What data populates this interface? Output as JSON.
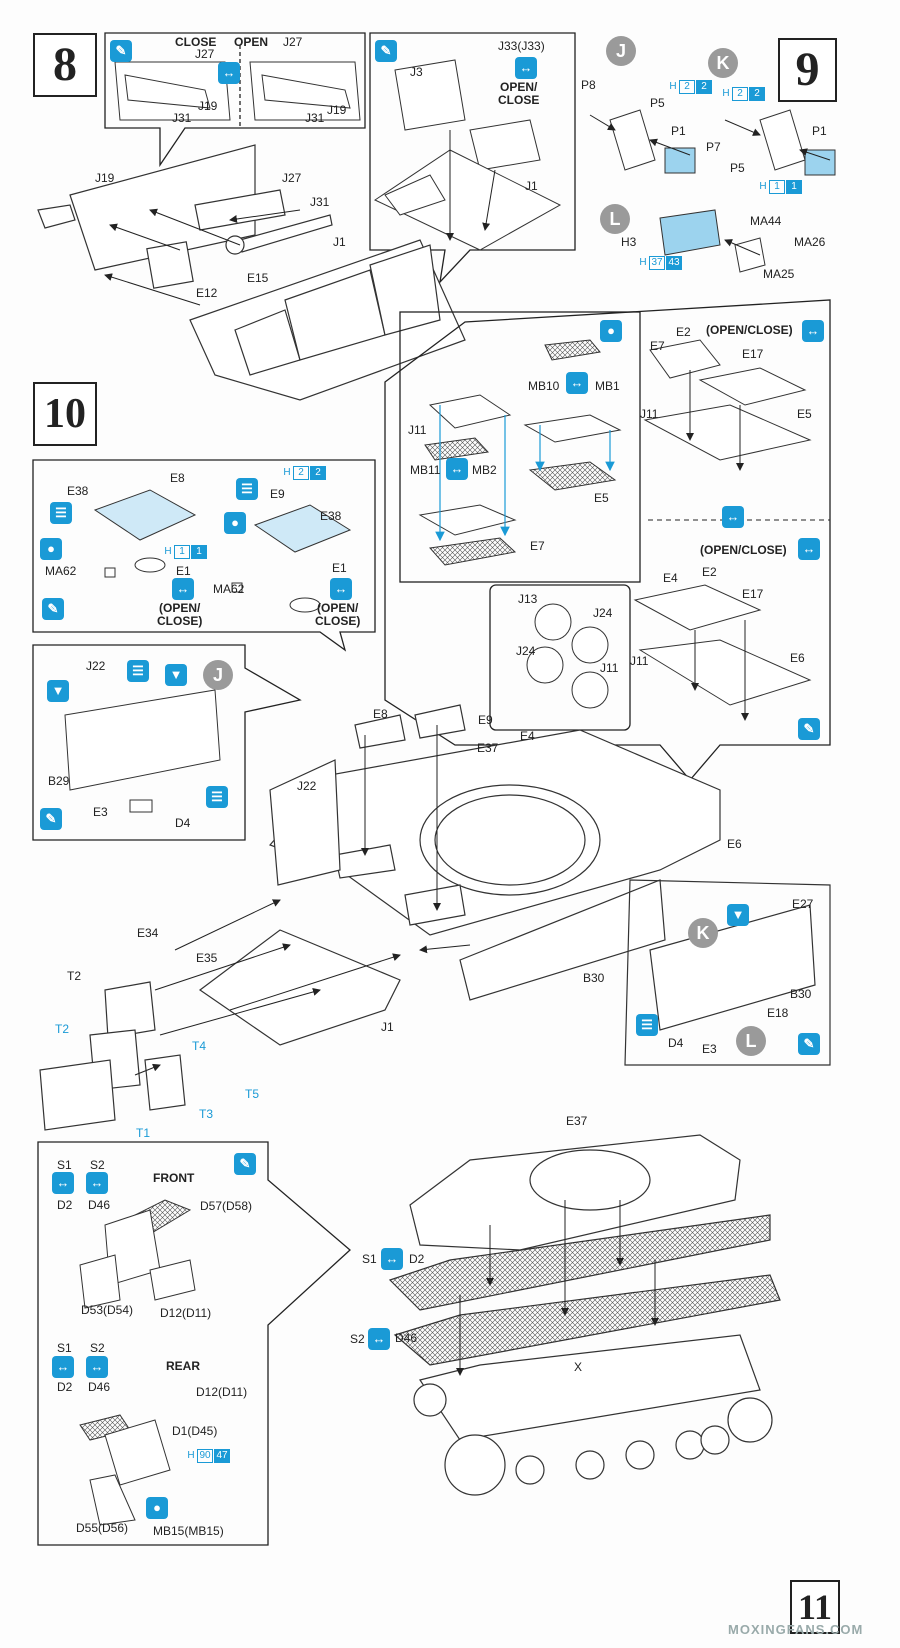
{
  "steps": {
    "s8": "8",
    "s9": "9",
    "s10": "10",
    "s11": "11"
  },
  "step8": {
    "inset_close": "CLOSE",
    "inset_open": "OPEN",
    "inset_labels": {
      "j27a": "J27",
      "j27b": "J27",
      "j19a": "J19",
      "j19b": "J19",
      "j31a": "J31",
      "j31b": "J31"
    },
    "main_labels": {
      "j19": "J19",
      "j27": "J27",
      "j31": "J31",
      "e15": "E15",
      "e12": "E12",
      "j1": "J1"
    },
    "hatch_inset": {
      "j33": "J33(J33)",
      "j3": "J3",
      "openclose": "OPEN/\nCLOSE",
      "j1": "J1"
    }
  },
  "step9": {
    "circle_j": "J",
    "circle_k": "K",
    "circle_l": "L",
    "labels": {
      "p8": "P8",
      "p5a": "P5",
      "p1a": "P1",
      "p7": "P7",
      "p5b": "P5",
      "p1b": "P1",
      "h3": "H3",
      "ma44": "MA44",
      "ma26": "MA26",
      "ma25": "MA25"
    },
    "codes": [
      {
        "pfx": "H",
        "a": "2",
        "b": "2"
      },
      {
        "pfx": "H",
        "a": "2",
        "b": "2"
      },
      {
        "pfx": "H",
        "a": "1",
        "b": "1"
      },
      {
        "pfx": "H",
        "a": "37",
        "b": "43"
      }
    ]
  },
  "step10": {
    "hatch_labels": {
      "e38a": "E38",
      "e8": "E8",
      "ma62a": "MA62",
      "e1a": "E1",
      "oc_a": "(OPEN/\nCLOSE)",
      "e9": "E9",
      "e38b": "E38",
      "ma62b": "MA62",
      "e1b": "E1",
      "oc_b": "(OPEN/\nCLOSE)"
    },
    "hatch_codes": [
      {
        "pfx": "H",
        "a": "1",
        "b": "1"
      },
      {
        "pfx": "H",
        "a": "2",
        "b": "2"
      }
    ],
    "vent_labels": {
      "mb10": "MB10",
      "mb1": "MB1",
      "j11": "J11",
      "mb11": "MB11",
      "mb2": "MB2",
      "e5": "E5",
      "e7": "E7"
    },
    "deck_labels": {
      "e2": "E2",
      "openclose": "(OPEN/CLOSE)",
      "e7": "E7",
      "e17": "E17",
      "j11": "J11",
      "e5": "E5"
    },
    "fan_labels": {
      "j13": "J13",
      "j24a": "J24",
      "j24b": "J24",
      "j11": "J11"
    },
    "deck2_labels": {
      "openclose": "(OPEN/CLOSE)",
      "e4": "E4",
      "e2": "E2",
      "e17": "E17",
      "j11": "J11",
      "e6": "E6"
    },
    "side_labels": {
      "j22": "J22",
      "b29": "B29",
      "e3": "E3",
      "d4": "D4",
      "circle_j": "J"
    },
    "main_labels": {
      "e8": "E8",
      "e9": "E9",
      "e37": "E37",
      "e4": "E4",
      "j22": "J22",
      "e6": "E6",
      "e34": "E34",
      "e35": "E35",
      "t2": "T2",
      "t2b": "T2",
      "t4": "T4",
      "t3": "T3",
      "t1": "T1",
      "t5": "T5",
      "j1": "J1",
      "b30": "B30"
    },
    "b30_labels": {
      "e27": "E27",
      "b30": "B30",
      "e18": "E18",
      "d4": "D4",
      "e3": "E3",
      "circle_k": "K",
      "circle_l": "L"
    }
  },
  "step11": {
    "front_title": "FRONT",
    "rear_title": "REAR",
    "front_labels": {
      "s1": "S1",
      "s2": "S2",
      "d2": "D2",
      "d46": "D46",
      "d57": "D57(D58)",
      "d53": "D53(D54)",
      "d12": "D12(D11)"
    },
    "rear_labels": {
      "s1": "S1",
      "s2": "S2",
      "d2": "D2",
      "d46": "D46",
      "d12": "D12(D11)",
      "d1": "D1(D45)",
      "d55": "D55(D56)",
      "mb15": "MB15(MB15)"
    },
    "rear_code": {
      "pfx": "H",
      "a": "90",
      "b": "47"
    },
    "main_labels": {
      "e37": "E37",
      "s1": "S1",
      "d2": "D2",
      "s2": "S2",
      "d46": "D46",
      "x": "X"
    }
  },
  "watermark": "MOXINGFANS.COM",
  "colors": {
    "accent": "#1a9ad6",
    "ink": "#222222",
    "gray": "#9a9a9a",
    "part_blue": "#9cd3ee"
  }
}
